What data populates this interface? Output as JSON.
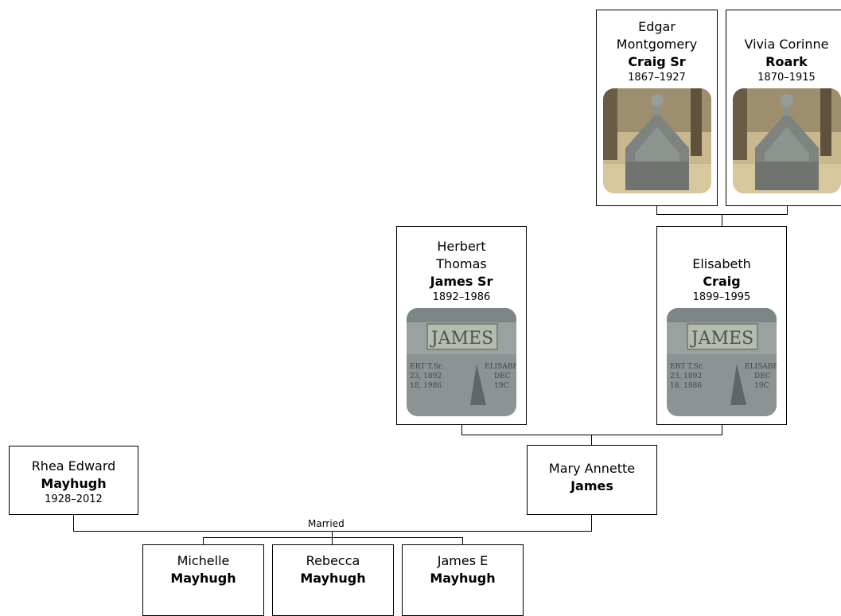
{
  "people": {
    "edgar": {
      "given": "Edgar\nMontgomery",
      "surname": "Craig Sr",
      "dates": "1867–1927",
      "photo": "tombstone-photo"
    },
    "vivia": {
      "given": "Vivia Corinne",
      "surname": "Roark",
      "dates": "1870–1915",
      "photo": "tombstone-photo"
    },
    "herbert": {
      "given": "Herbert\nThomas",
      "surname": "James Sr",
      "dates": "1892–1986",
      "photo": "gravestone-photo"
    },
    "elisabeth": {
      "given": "Elisabeth",
      "surname": "Craig",
      "dates": "1899–1995",
      "photo": "gravestone-photo"
    },
    "rhea": {
      "given": "Rhea Edward",
      "surname": "Mayhugh",
      "dates": "1928–2012"
    },
    "mary": {
      "given": "Mary Annette",
      "surname": "James"
    },
    "michelle": {
      "given": "Michelle",
      "surname": "Mayhugh"
    },
    "rebecca": {
      "given": "Rebecca",
      "surname": "Mayhugh"
    },
    "jamese": {
      "given": "James E",
      "surname": "Mayhugh"
    }
  },
  "marriage_label": "Married",
  "gravestone_text": "JAMES",
  "gravestone_small_left": "ERT T.Sr.\n23, 1892\n18, 1986",
  "gravestone_small_right": "ELISABE\nDEC\n19C"
}
